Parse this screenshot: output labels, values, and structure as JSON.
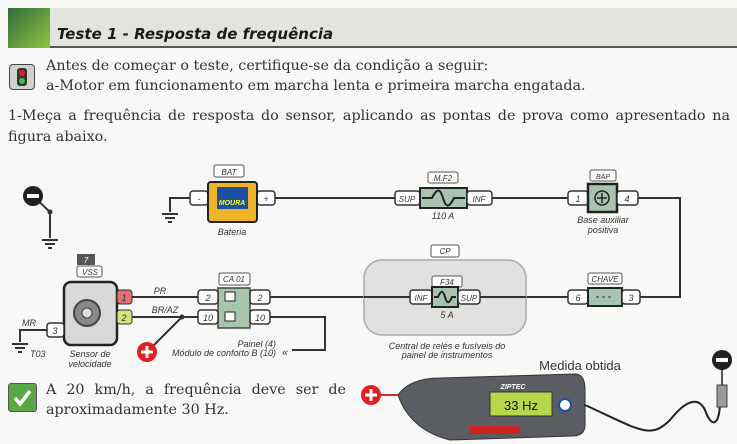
{
  "header": {
    "title": "Teste 1 - Resposta de frequência"
  },
  "precondition": {
    "line1": "Antes de começar o teste, certifique-se da condição a seguir:",
    "line2": "a-Motor em funcionamento em marcha lenta e primeira marcha engatada."
  },
  "step1": "1-Meça a frequência de resposta do sensor, aplicando as pontas de prova como apresentado na figura abaixo.",
  "diagram": {
    "battery": {
      "tag": "BAT",
      "name": "Bateria",
      "neg": "-",
      "pos": "+",
      "brand": "MOURA"
    },
    "fuse_mf2": {
      "tag": "M.F2",
      "sup": "SUP",
      "inf": "INF",
      "rating": "110 A"
    },
    "bap": {
      "tag": "BAP",
      "pin1": "1",
      "pin4": "4",
      "name_l1": "Base auxiliar",
      "name_l2": "positiva"
    },
    "cp": {
      "tag": "CP",
      "name_l1": "Central de relés e fusíveis do",
      "name_l2": "painel de instrumentos"
    },
    "fuse_f34": {
      "tag": "F34",
      "inf": "INF",
      "sup": "SUP",
      "rating": "5 A"
    },
    "chave": {
      "tag": "CHAVE",
      "pin6": "6",
      "pin3": "3"
    },
    "ca01": {
      "tag": "CA 01",
      "left_top": "2",
      "left_bottom": "10",
      "right_top": "2",
      "right_bottom": "10"
    },
    "sensor": {
      "number": "7",
      "tag": "VSS",
      "pin1": "1",
      "pin2": "2",
      "pin3": "3",
      "name_l1": "Sensor de",
      "name_l2": "velocidade"
    },
    "wires": {
      "pr": "PR",
      "braz": "BR/AZ",
      "mr": "MR",
      "ground": "T03"
    },
    "dest_l1": "Painel (4)",
    "dest_l2": "Módulo de conforto B (10)",
    "connector_arrow": "«"
  },
  "meter": {
    "label": "Medida obtida",
    "reading": "33 Hz",
    "brand": "ZIPTEC"
  },
  "result": {
    "text": "A 20 km/h, a frequência deve ser de aproximadamente 30 Hz."
  },
  "colors": {
    "green": "#5aa845",
    "fuse": "#a9c4ae",
    "battery": "#f0b429",
    "red": "#e31e24",
    "lcd": "#b8d64a"
  }
}
